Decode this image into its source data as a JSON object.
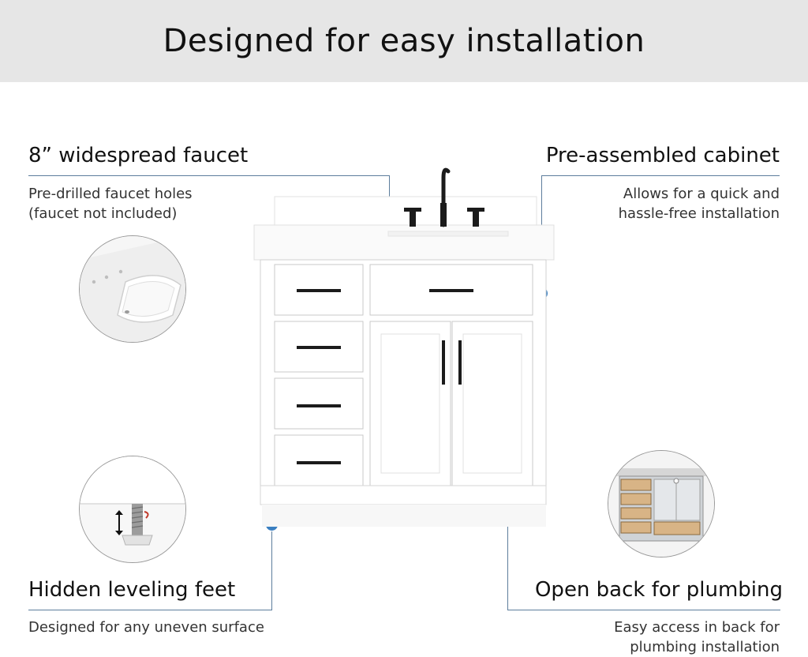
{
  "banner": {
    "title": "Designed for easy installation"
  },
  "features": {
    "faucet": {
      "title": "8” widespread faucet",
      "desc_line1": "Pre-drilled faucet holes",
      "desc_line2": "(faucet not included)"
    },
    "cabinet": {
      "title": "Pre-assembled cabinet",
      "desc_line1": "Allows for  a quick and",
      "desc_line2": "hassle-free installation"
    },
    "feet": {
      "title": "Hidden leveling feet",
      "desc_line1": "Designed for any uneven surface"
    },
    "plumbing": {
      "title": "Open back for plumbing",
      "desc_line1": "Easy access in back for",
      "desc_line2": "plumbing installation"
    }
  },
  "colors": {
    "banner_bg": "#e6e6e6",
    "callout_dot": "#3a7fc1",
    "leader_line": "#5d7d9c",
    "hardware": "#1b1b1b",
    "cabinet": "#ffffff",
    "wood": "#d8b486"
  },
  "icons": [
    "sink-basin-detail",
    "leveling-foot-detail",
    "open-back-cabinet-detail",
    "vanity-product-image"
  ]
}
